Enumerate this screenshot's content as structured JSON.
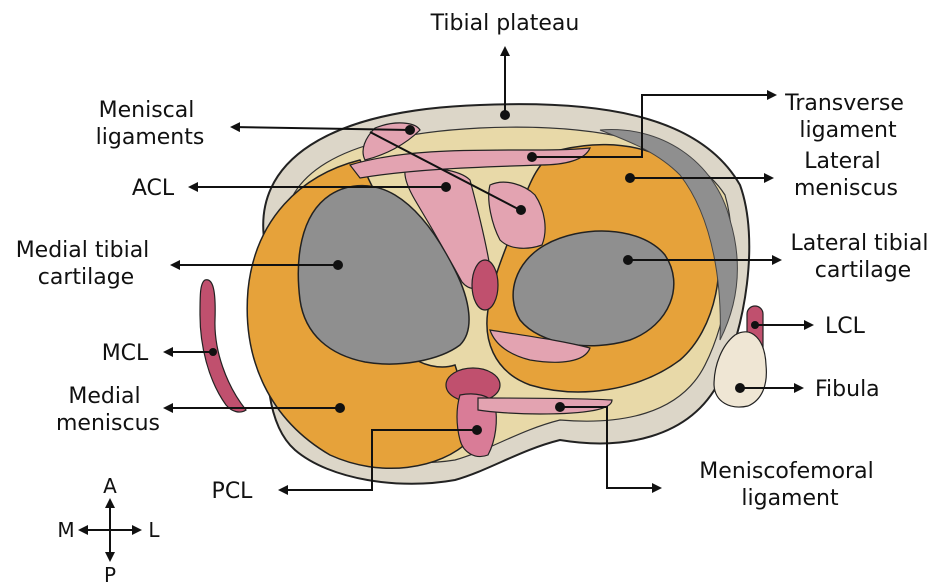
{
  "labels": {
    "tibial_plateau": "Tibial plateau",
    "transverse_ligament": [
      "Transverse",
      "ligament"
    ],
    "meniscal_ligaments": [
      "Meniscal",
      "ligaments"
    ],
    "lateral_meniscus": [
      "Lateral",
      "meniscus"
    ],
    "acl": "ACL",
    "medial_tibial_cartilage": [
      "Medial tibial",
      "cartilage"
    ],
    "lateral_tibial_cartilage": [
      "Lateral tibial",
      "cartilage"
    ],
    "lcl": "LCL",
    "mcl": "MCL",
    "fibula": "Fibula",
    "medial_meniscus": [
      "Medial",
      "meniscus"
    ],
    "meniscofemoral_ligament": [
      "Meniscofemoral",
      "ligament"
    ],
    "pcl": "PCL"
  },
  "compass": {
    "anterior": "A",
    "posterior": "P",
    "medial": "M",
    "lateral": "L"
  },
  "colors": {
    "plateau": "#e8d9a8",
    "rim": "#d9d3c4",
    "meniscus": "#e8a73f",
    "cartilage": "#8c8c8c",
    "ligament": "#e3a3b1",
    "ligament_dark": "#c0506e",
    "fibula": "#efe6d4"
  }
}
